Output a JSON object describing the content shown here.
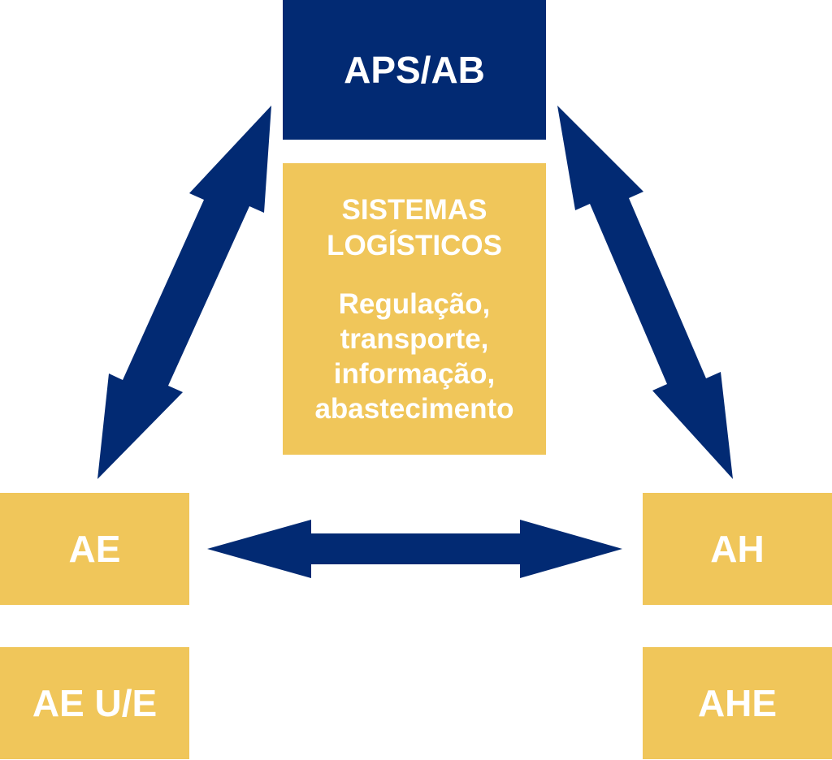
{
  "diagram": {
    "top": {
      "label": "APS/AB",
      "color": "#022a73"
    },
    "center": {
      "title_lines": [
        "SISTEMAS",
        "LOGÍSTICOS"
      ],
      "sub_lines": [
        "Regulação,",
        "transporte,",
        "informação,",
        "abastecimento"
      ],
      "color": "#f0c65a"
    },
    "left": {
      "label": "AE"
    },
    "left_bottom": {
      "label": "AE U/E"
    },
    "right": {
      "label": "AH"
    },
    "right_bottom": {
      "label": "AHE"
    },
    "arrow_color": "#022a73",
    "box_color": "#f0c65a"
  }
}
